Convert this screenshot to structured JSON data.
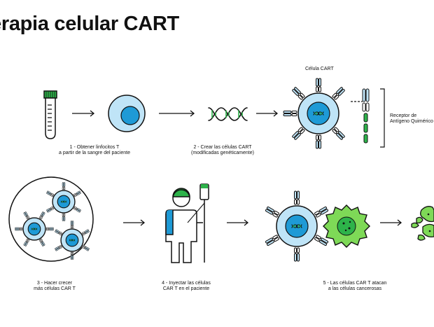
{
  "title": "erapia celular CART",
  "labels": {
    "cart_cell": "Célula CART",
    "receptor_line1": "Receptor de",
    "receptor_line2": "Antígeno Quimérico"
  },
  "steps": [
    {
      "line1": "1 - Obtener linfocitos T",
      "line2": "a partir de la sangre del paciente"
    },
    {
      "line1": "2 - Crear las células CART",
      "line2": "(modificadas genéticamente)"
    },
    {
      "line1": "3 - Hacer crecer",
      "line2": "más células CAR T"
    },
    {
      "line1": "4 - Inyectar las células",
      "line2": "CAR T en el paciente"
    },
    {
      "line1": "5 - Las células CAR T atacan",
      "line2": "a las células cancerosas"
    }
  ],
  "colors": {
    "cell_fill": "#bfe4f7",
    "nucleus": "#1e9ad6",
    "green": "#2db34a",
    "cancer_fill": "#7ed957",
    "outline": "#111111"
  }
}
